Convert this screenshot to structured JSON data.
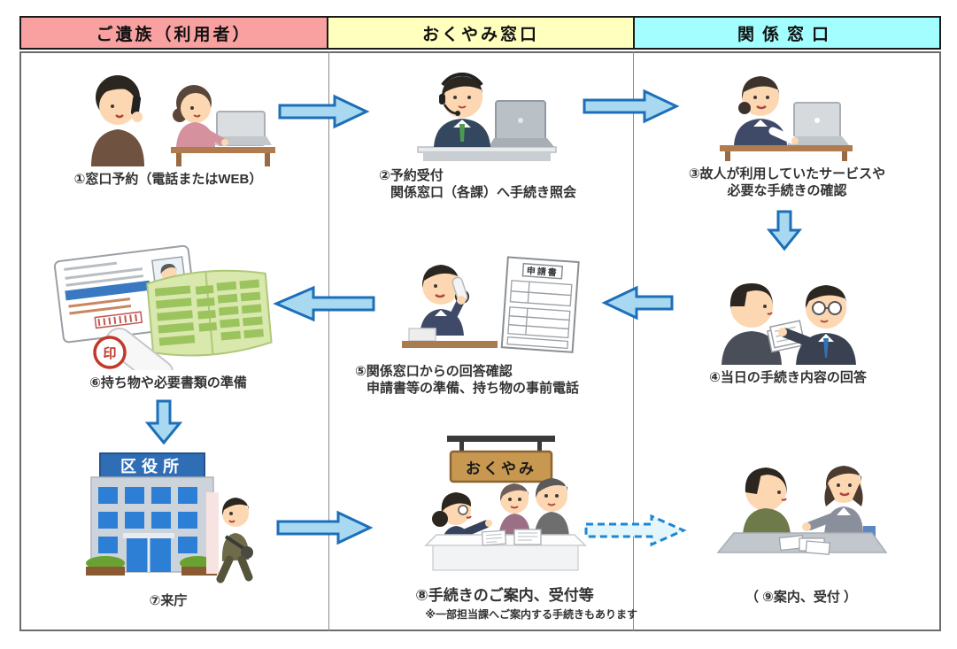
{
  "header": {
    "columns": [
      {
        "label": "ご遺族（利用者）",
        "bg": "#F9A1A1"
      },
      {
        "label": "おくやみ窓口",
        "bg": "#FFFFBE"
      },
      {
        "label": "関係窓口",
        "bg": "#A3FFFF"
      }
    ]
  },
  "steps": [
    {
      "caption": "①窓口予約（電話またはWEB）",
      "column": "ご遺族（利用者）",
      "illustration": "man-on-phone-and-elderly-woman-at-laptop"
    },
    {
      "caption": "②予約受付",
      "caption2": "関係窓口（各課）へ手続き照会",
      "column": "おくやみ窓口",
      "illustration": "reception-staff-with-headset-at-laptop"
    },
    {
      "caption": "③故人が利用していたサービスや",
      "caption2": "必要な手続きの確認",
      "column": "関係窓口",
      "illustration": "staff-woman-at-laptop"
    },
    {
      "caption": "④当日の手続き内容の回答",
      "column": "関係窓口",
      "illustration": "two-staff-exchanging-documents"
    },
    {
      "caption": "⑤関係窓口からの回答確認",
      "caption2": "申請書等の準備、持ち物の事前電話",
      "column": "おくやみ窓口",
      "illustration": "staff-woman-on-phone-with-application-form",
      "form_label": "申請書"
    },
    {
      "caption": "⑥持ち物や必要書類の準備",
      "column": "ご遺族（利用者）",
      "illustration": "license-seal-stamp-and-bankbook",
      "seal_label": "印"
    },
    {
      "caption": "⑦来庁",
      "column": "ご遺族（利用者）",
      "illustration": "ward-office-building-and-visitor",
      "building_sign": "区役所"
    },
    {
      "caption": "⑧手続きのご案内、受付等",
      "note": "※一部担当課へご案内する手続きもあります",
      "column": "おくやみ窓口",
      "illustration": "okuyami-counter-guidance",
      "counter_sign": "おくやみ"
    },
    {
      "caption": "（ ⑨案内、受付 ）",
      "column": "関係窓口",
      "illustration": "consultation-at-related-counter"
    }
  ],
  "arrows": [
    {
      "from": "step-1",
      "to": "step-2",
      "direction": "right",
      "style": "solid"
    },
    {
      "from": "step-2",
      "to": "step-3",
      "direction": "right",
      "style": "solid"
    },
    {
      "from": "step-3",
      "to": "step-4",
      "direction": "down",
      "style": "solid"
    },
    {
      "from": "step-4",
      "to": "step-5",
      "direction": "left",
      "style": "solid"
    },
    {
      "from": "step-5",
      "to": "step-6",
      "direction": "left",
      "style": "solid"
    },
    {
      "from": "step-6",
      "to": "step-7",
      "direction": "down",
      "style": "solid"
    },
    {
      "from": "step-7",
      "to": "step-8",
      "direction": "right",
      "style": "solid"
    },
    {
      "from": "step-8",
      "to": "step-9",
      "direction": "right",
      "style": "dashed"
    }
  ],
  "colors": {
    "arrow_solid_fill": "#A9D9F0",
    "arrow_solid_stroke": "#1C6FB8",
    "arrow_dashed_fill": "#E2F6FB",
    "arrow_dashed_stroke": "#1E86D2",
    "header_border": "#1a1a1a",
    "frame_border": "#6b6b6b"
  }
}
